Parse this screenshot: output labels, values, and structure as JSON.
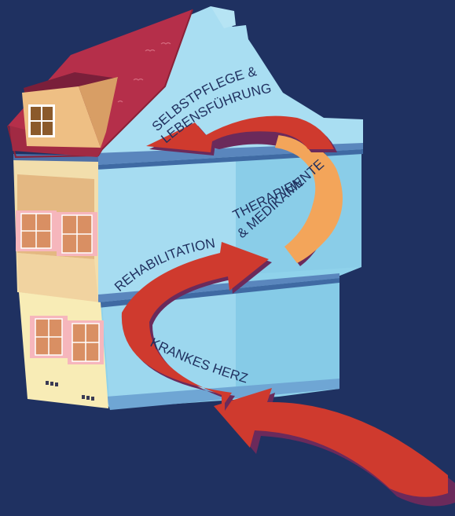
{
  "labels": {
    "selbstpflege_line1": "SELBSTPFLEGE &",
    "selbstpflege_line2": "LEBENSFÜHRUNG",
    "therapien_line1": "THERAPIEN",
    "therapien_line2": "& MEDIKAMENTE",
    "rehabilitation": "REHABILITATION",
    "krankes_herz": "KRANKES HERZ"
  },
  "colors": {
    "background": "#1f3161",
    "glass_light": "#a8ddf0",
    "glass_mid": "#8fd0ea",
    "glass_dark": "#6fa6d4",
    "roof": "#b52f4a",
    "facade_upper": "#f6e7b4",
    "facade_mid": "#e7bb86",
    "facade_lower": "#f8ecb6",
    "arrow_red": "#cf3a2e",
    "arrow_orange": "#f3a55a",
    "arrow_shadow": "#6b2a5b",
    "text_dark": "#1f2f5e"
  }
}
